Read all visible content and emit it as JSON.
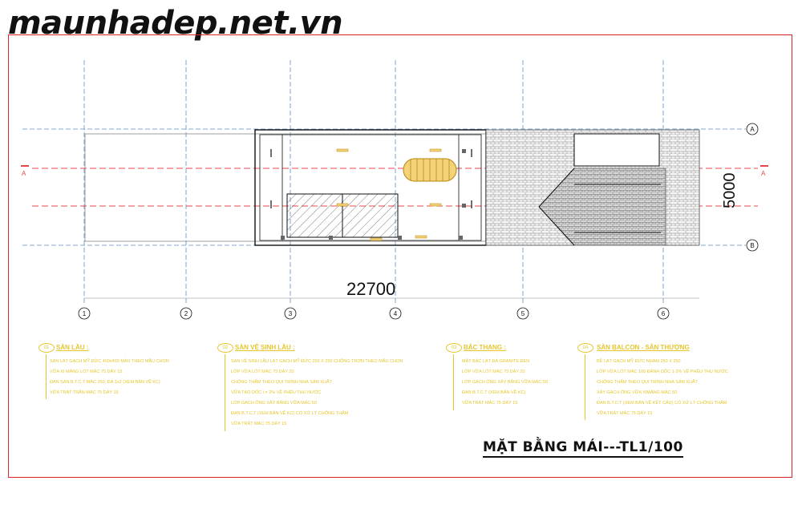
{
  "watermark": "maunhadep.net.vn",
  "drawing_title": "MẶT BẰNG MÁI---TL1/100",
  "dimensions": {
    "length": "22700",
    "width": "5000"
  },
  "axis_labels": {
    "columns": [
      "1",
      "2",
      "3",
      "4",
      "5",
      "6"
    ],
    "rows": [
      "A",
      "B"
    ],
    "section_left": "A",
    "section_right": "A"
  },
  "colors": {
    "frame": "#d9262b",
    "grid": "#5b8fc9",
    "section": "#e8484c",
    "notes": "#e6c62c",
    "ink": "#111111"
  },
  "notes": [
    {
      "num": "01",
      "title": "SÀN LẦU :",
      "items": [
        "SÀN LÁT GẠCH MỸ ĐỨC 400x400 MÀU THEO MẪU CHỌN",
        "VỮA XI MĂNG LÓT MÁC 75 DÀY 15",
        "ĐAN SÀN B.T.C.T MÁC 250, ĐÁ 1x2 (XEM BẢN VẼ KC)",
        "VỮA TRÁT TRẦN MÁC 75 DÀY 15"
      ]
    },
    {
      "num": "02",
      "title": "SÀN VỆ SINH LẦU :",
      "items": [
        "SÀN VỆ SINH LẦU LÁT GẠCH MỸ ĐỨC 250 X 250 CHỐNG TRƠN THEO MẪU CHỌN",
        "LỚP VỮA LÓT MÁC 75 DÀY 20",
        "CHỐNG THẤM THEO QUI TRÌNH NHÀ SẢN XUẤT",
        "VỮA TẠO DỐC i = 2% VỀ PHỄU THU NƯỚC",
        "LỚP GẠCH ỐNG XÂY BẰNG VỮA MÁC 50",
        "ĐAN B.T.C.T (XEM BẢN VẼ KC) CÓ XỬ LÝ CHỐNG THẤM",
        "VỮA TRÁT MÁC 75 DÀY 15"
      ]
    },
    {
      "num": "03",
      "title": "BẬC THANG :",
      "items": [
        "MẶT BẬC LÁT ĐÁ GRANITE ĐEN",
        "LỚP VỮA LÓT MÁC 75 DÀY 20",
        "LỚP GẠCH ỐNG XÂY BẰNG VỮA MÁC 50",
        "ĐAN B.T.C.T (XEM BẢN VẼ KC)",
        "VỮA TRÁT MÁC 75 DÀY 15"
      ]
    },
    {
      "num": "04",
      "title": "SÀN BALCON - SÂN THƯỢNG",
      "items": [
        "BỀ LÁT GẠCH MỸ ĐỨC NHÁM 250 X 250",
        "LỚP VỮA LÓT MÁC 100 ĐÁNH DỐC 1-2% VỀ PHỄU THU NƯỚC",
        "CHỐNG THẤM THEO QUI TRÌNH NHÀ SẢN XUẤT",
        "XÂY GẠCH ỐNG VỮA XIMĂNG MÁC 50",
        "ĐAN B.T.C.T (XEM BẢN VẼ KẾT CẤU) CÓ XỬ LÝ CHỐNG THẤM",
        "VỮA TRÁT MÁC 75 DÀY 15"
      ]
    }
  ]
}
